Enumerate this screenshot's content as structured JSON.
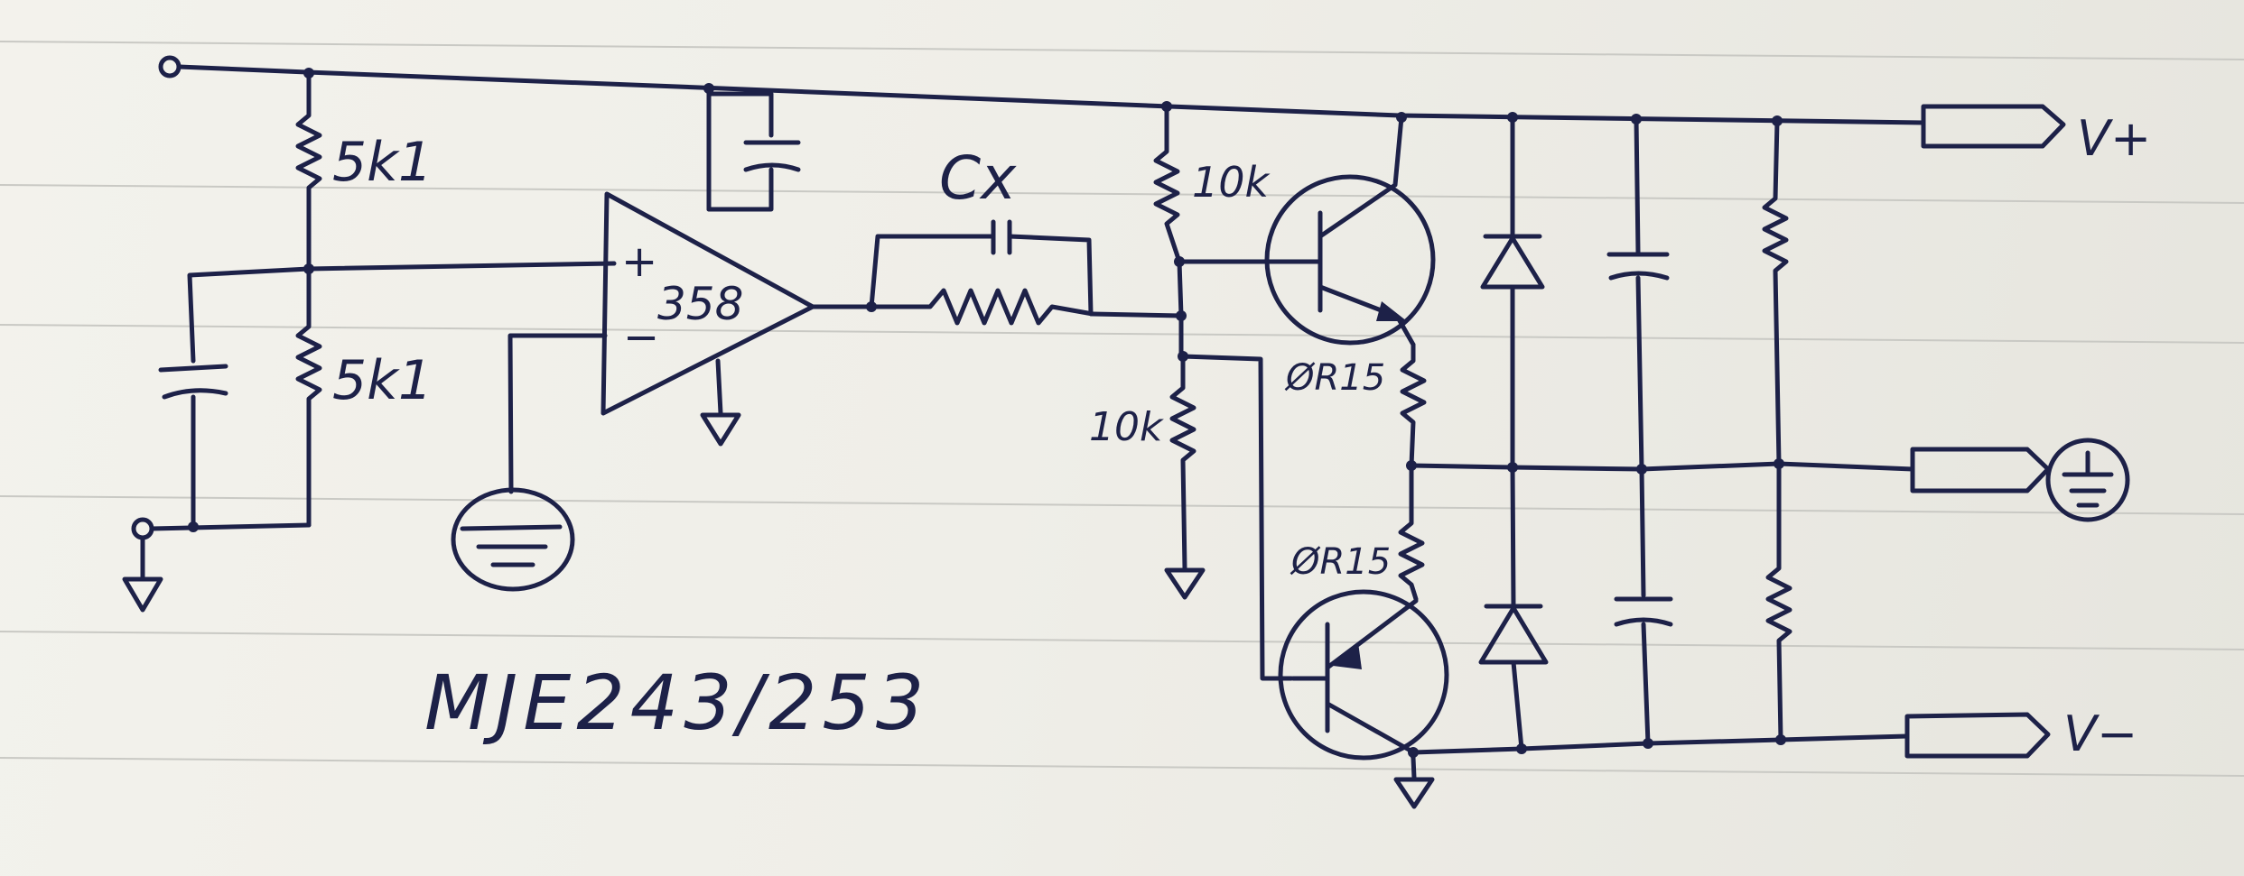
{
  "labels": {
    "r_top": "5k1",
    "r_mid": "5k1",
    "opamp": "358",
    "opamp_plus": "+",
    "opamp_minus": "−",
    "cap_cx": "Cx",
    "r_bias_top": "10k",
    "r_bias_bottom": "10k",
    "r_emitter_top": "ØR15",
    "r_emitter_bottom": "ØR15",
    "out_vplus": "V+",
    "out_vminus": "V−",
    "part_number": "MJE243/253"
  },
  "icons": {
    "ground_circle_left": "ground-symbol-circled",
    "ground_circle_right": "ground-symbol-circled",
    "ground_triangle": "ground-triangle"
  },
  "colors": {
    "ink": "#1d2148",
    "paper": "#f3f2ec",
    "ruling": "#c9c9c4"
  }
}
